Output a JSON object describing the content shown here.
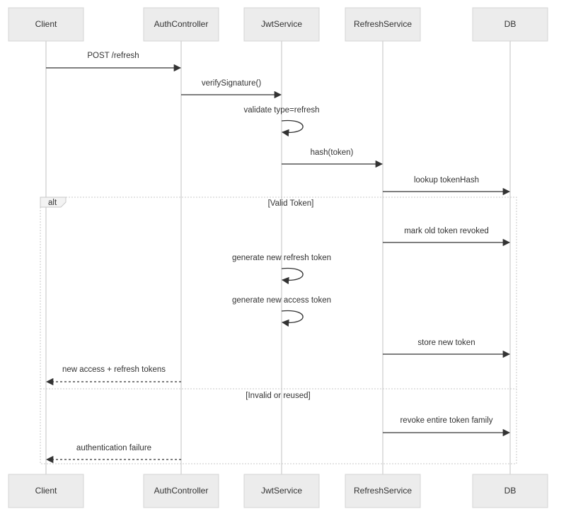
{
  "participants": [
    "Client",
    "AuthController",
    "JwtService",
    "RefreshService",
    "DB"
  ],
  "messages": [
    {
      "label": "POST /refresh",
      "from": 0,
      "to": 1,
      "dashed": false
    },
    {
      "label": "verifySignature()",
      "from": 1,
      "to": 2,
      "dashed": false
    },
    {
      "label": "validate type=refresh",
      "from": 2,
      "to": 2,
      "dashed": false
    },
    {
      "label": "hash(token)",
      "from": 2,
      "to": 3,
      "dashed": false
    },
    {
      "label": "lookup tokenHash",
      "from": 3,
      "to": 4,
      "dashed": false
    },
    {
      "label": "mark old token revoked",
      "from": 3,
      "to": 4,
      "dashed": false
    },
    {
      "label": "generate new refresh token",
      "from": 2,
      "to": 2,
      "dashed": false
    },
    {
      "label": "generate new access token",
      "from": 2,
      "to": 2,
      "dashed": false
    },
    {
      "label": "store new token",
      "from": 3,
      "to": 4,
      "dashed": false
    },
    {
      "label": "new access + refresh tokens",
      "from": 1,
      "to": 0,
      "dashed": true
    },
    {
      "label": "revoke entire token family",
      "from": 3,
      "to": 4,
      "dashed": false
    },
    {
      "label": "authentication failure",
      "from": 1,
      "to": 0,
      "dashed": true
    }
  ],
  "alt": {
    "keyword": "alt",
    "conditions": [
      "[Valid Token]",
      "[Invalid or reused]"
    ]
  }
}
